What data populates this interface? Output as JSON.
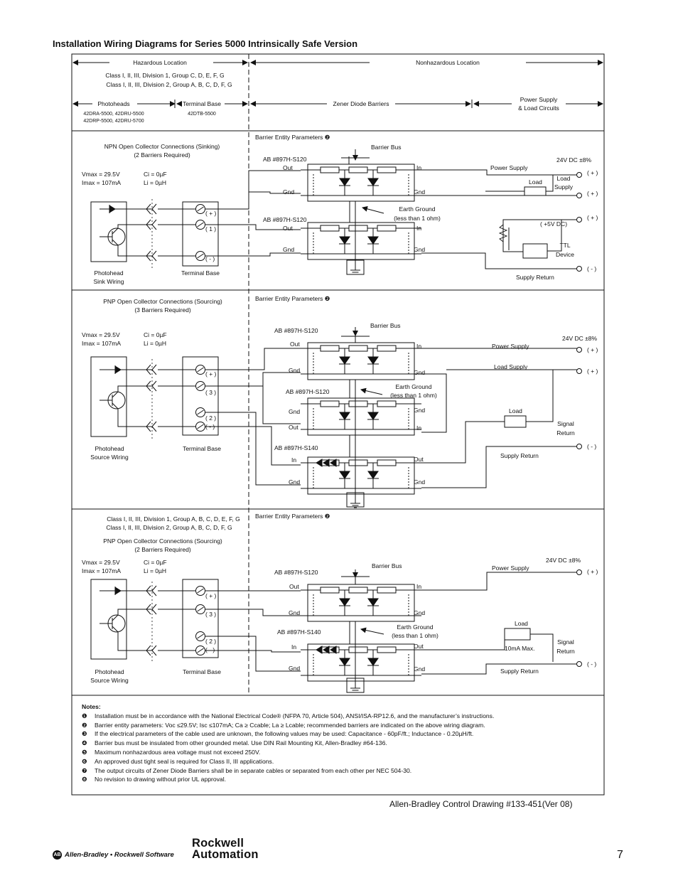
{
  "page": {
    "title": "Installation Wiring Diagrams for Series 5000 Intrinsically Safe Version",
    "drawing_ref": "Allen-Bradley Control Drawing #133-451(Ver 08)",
    "page_number": "7",
    "brand_left": "Allen-Bradley  •  Rockwell Software",
    "brand_logo_lines": [
      "Rockwell",
      "Automation"
    ]
  },
  "header": {
    "hazardous": "Hazardous Location",
    "nonhazardous": "Nonhazardous Location",
    "class_line1": "Class I, II, III, Division 1, Group C, D, E, F, G",
    "class_line2": "Class I, II, III, Division 2, Group A, B, C, D, F, G",
    "photoheads": "Photoheads",
    "photoheads_models1": "42DRA-5500, 42DRU-5500",
    "photoheads_models2": "42DRP-5500, 42DRU-5700",
    "terminal_base": "Terminal Base",
    "terminal_model": "42DTB-5500",
    "zener": "Zener Diode Barriers",
    "power_supply1": "Power Supply",
    "power_supply2": "& Load Circuits"
  },
  "s1": {
    "title1": "NPN Open Collector Connections (Sinking)",
    "title2": "(2 Barriers Required)",
    "vmax": "Vmax = 29.5V",
    "imax": "Imax = 107mA",
    "ci": "Ci = 0µF",
    "li": "Li = 0µH",
    "barrier_params": "Barrier Entity Parameters ❷",
    "barrier_bus": "Barrier Bus",
    "ab1": "AB #897H-S120",
    "ab2": "AB #897H-S120",
    "out": "Out",
    "in": "In",
    "gnd": "Gnd",
    "earth1": "Earth Ground",
    "earth2": "(less than 1 ohm)",
    "v24": "24V DC ±8%",
    "power_supply": "Power Supply",
    "load": "Load",
    "load_supply1": "Load",
    "load_supply2": "Supply",
    "v5": "( +5V DC)",
    "ttl1": "TTL",
    "ttl2": "Device",
    "supply_return": "Supply Return",
    "plus": "( + )",
    "minus": "( - )",
    "t_plus": "( + )",
    "t_one": "( 1 )",
    "t_minus": "( - )",
    "photohead1": "Photohead",
    "photohead2": "Sink Wiring",
    "terminal_base": "Terminal Base"
  },
  "s2": {
    "title1": "PNP Open Collector Connections (Sourcing)",
    "title2": "(3 Barriers Required)",
    "vmax": "Vmax = 29.5V",
    "imax": "Imax = 107mA",
    "ci": "Ci = 0µF",
    "li": "Li = 0µH",
    "barrier_params": "Barrier Entity Parameters ❷",
    "barrier_bus": "Barrier Bus",
    "ab1": "AB #897H-S120",
    "ab2": "AB #897H-S120",
    "ab3": "AB #897H-S140",
    "out": "Out",
    "in": "In",
    "gnd": "Gnd",
    "earth1": "Earth Ground",
    "earth2": "(less than 1 ohm)",
    "v24": "24V DC ±8%",
    "power_supply": "Power Supply",
    "load_supply": "Load Supply",
    "load": "Load",
    "signal1": "Signal",
    "signal2": "Return",
    "supply_return": "Supply Return",
    "plus": "( + )",
    "minus": "( - )",
    "t_plus": "( + )",
    "t_three": "( 3 )",
    "t_two": "( 2 )",
    "t_minus": "( - )",
    "photohead1": "Photohead",
    "photohead2": "Source Wiring",
    "terminal_base": "Terminal Base"
  },
  "s3": {
    "class_line1": "Class I, II, III, Division 1, Group A, B, C, D, E, F, G",
    "class_line2": "Class I, II, III, Division 2, Group A, B, C, D, F, G",
    "title1": "PNP Open Collector Connections (Sourcing)",
    "title2": "(2 Barriers Required)",
    "vmax": "Vmax = 29.5V",
    "imax": "Imax = 107mA",
    "ci": "Ci = 0µF",
    "li": "Li = 0µH",
    "barrier_params": "Barrier Entity Parameters ❷",
    "barrier_bus": "Barrier Bus",
    "ab1": "AB #897H-S120",
    "ab2": "AB #897H-S140",
    "out": "Out",
    "in": "In",
    "gnd": "Gnd",
    "earth1": "Earth Ground",
    "earth2": "(less than 1 ohm)",
    "v24": "24V DC ±8%",
    "power_supply": "Power Supply",
    "load": "Load",
    "max10": "10mA Max.",
    "signal1": "Signal",
    "signal2": "Return",
    "supply_return": "Supply Return",
    "plus": "( + )",
    "minus": "( - )",
    "t_plus": "( + )",
    "t_three": "( 3 )",
    "t_two": "( 2 )",
    "t_minus": "( - )",
    "photohead1": "Photohead",
    "photohead2": "Source Wiring",
    "terminal_base": "Terminal Base"
  },
  "notes": {
    "title": "Notes:",
    "items": [
      {
        "num": "❶",
        "text": "Installation must be in accordance with the National Electrical Code® (NFPA 70, Article 504), ANSI/ISA-RP12.6, and the manufacturer’s instructions."
      },
      {
        "num": "❷",
        "text": "Barrier entity parameters: Voc ≤29.5V; Isc ≤107mA; Ca ≥ Ccable; La ≥ Lcable; recommended barriers are indicated on the above wiring diagram."
      },
      {
        "num": "❸",
        "text": "If the electrical parameters of the cable used are unknown, the following values may be used: Capacitance - 60pF/ft.; Inductance - 0.20µH/ft."
      },
      {
        "num": "❹",
        "text": "Barrier bus must be insulated from other grounded metal. Use DIN Rail Mounting Kit, Allen-Bradley #64-136."
      },
      {
        "num": "❺",
        "text": "Maximum nonhazardous area voltage must not exceed 250V."
      },
      {
        "num": "❻",
        "text": "An approved dust tight seal is required for Class II, III applications."
      },
      {
        "num": "❼",
        "text": "The output circuits of Zener Diode Barriers shall be in separate cables or separated from each other per NEC 504-30."
      },
      {
        "num": "❽",
        "text": "No revision to drawing without prior UL approval."
      }
    ]
  }
}
